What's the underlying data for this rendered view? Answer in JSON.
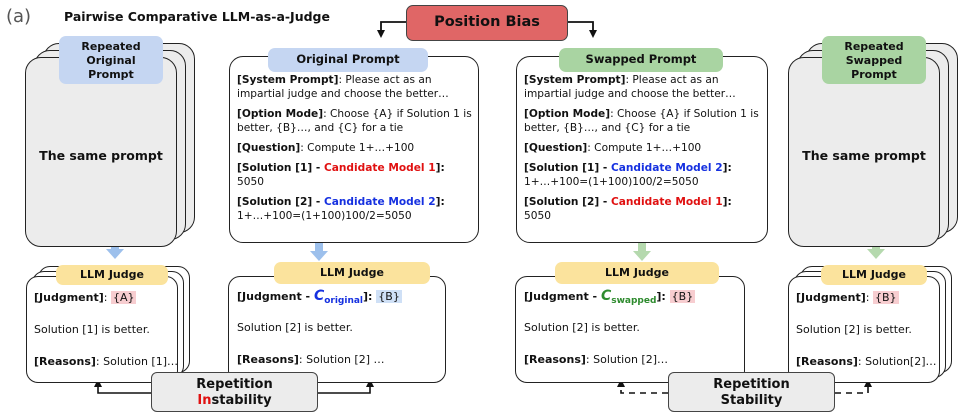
{
  "panel_label": "(a)",
  "title": "Pairwise Comparative LLM-as-a-Judge",
  "position_bias": "Position Bias",
  "repeated_original_prompt": "Repeated\nOriginal\nPrompt",
  "repeated_swapped_prompt": "Repeated\nSwapped\nPrompt",
  "same_prompt": "The same prompt",
  "original_prompt": {
    "tag": "Original Prompt",
    "system_key": "[System Prompt]",
    "system_val": ": Please act as an impartial judge and choose the better…",
    "option_key": "[Option Mode]",
    "option_val": ": Choose {A} if Solution 1 is better, {B}…, and {C} for a tie",
    "question_key": "[Question]",
    "question_val": ": Compute 1+…+100",
    "sol1_key": "[Solution [1] - ",
    "sol1_model": "Candidate Model 1",
    "sol1_close": "]:",
    "sol1_val": "5050",
    "sol2_key": "[Solution [2] - ",
    "sol2_model": "Candidate Model 2",
    "sol2_close": "]:",
    "sol2_val": "1+…+100=(1+100)100/2=5050"
  },
  "swapped_prompt": {
    "tag": "Swapped Prompt",
    "system_key": "[System Prompt]",
    "system_val": ": Please act as an impartial judge and choose the better…",
    "option_key": "[Option Mode]",
    "option_val": ": Choose {A} if Solution 1 is better, {B}…, and {C} for a tie",
    "question_key": "[Question]",
    "question_val": ": Compute 1+…+100",
    "sol1_key": "[Solution [1] - ",
    "sol1_model": "Candidate Model 2",
    "sol1_close": "]:",
    "sol1_val": "1+…+100=(1+100)100/2=5050",
    "sol2_key": "[Solution [2] - ",
    "sol2_model": "Candidate Model 1",
    "sol2_close": "]:",
    "sol2_val": "5050"
  },
  "llm_judge": "LLM Judge",
  "judge1": {
    "key": "[Judgment]",
    "sep": ": ",
    "val": "{A}",
    "line": "Solution [1] is better.",
    "reasons_key": "[Reasons]",
    "reasons_val": ": Solution [1]…"
  },
  "judge2": {
    "key": "[Judgment - ",
    "c": "C",
    "sub": "original",
    "close": "]: ",
    "val": "{B}",
    "line": "Solution [2] is better.",
    "reasons_key": "[Reasons]",
    "reasons_val": ": Solution [2] …"
  },
  "judge3": {
    "key": "[Judgment - ",
    "c": "C",
    "sub": "swapped",
    "close": "]: ",
    "val": "{B}",
    "line": "Solution [2] is better.",
    "reasons_key": "[Reasons]",
    "reasons_val": ": Solution [2]…"
  },
  "judge4": {
    "key": "[Judgment]",
    "sep": ": ",
    "val": "{B}",
    "line": "Solution [2] is better.",
    "reasons_key": "[Reasons]",
    "reasons_val": ": Solution[2]…"
  },
  "rep_instability": {
    "line1": "Repetition",
    "in_red": "In",
    "rest": "stability"
  },
  "rep_stability": {
    "line1": "Repetition",
    "line2": "Stability"
  },
  "colors": {
    "red": "#e01010",
    "blue": "#1530e0",
    "green": "#2e8b2e",
    "bias_box": "#e06666",
    "tag_blue": "#c5d6f2",
    "tag_green": "#a9d4a2",
    "tag_yellow": "#fbe39d"
  }
}
